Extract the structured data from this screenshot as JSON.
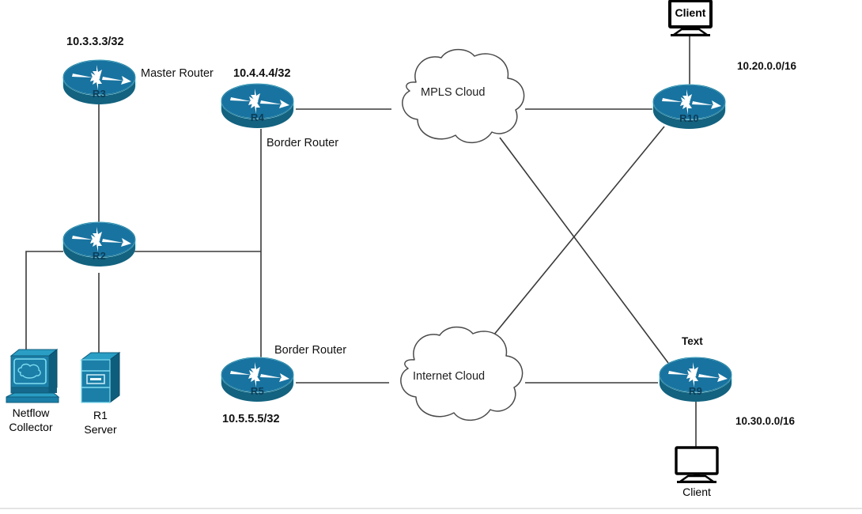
{
  "diagram": {
    "title": "Network Topology Diagram",
    "colors": {
      "router_body": "#1873a0",
      "router_top": "#1d86b8",
      "router_dark": "#13627f",
      "arrow": "#ffffff",
      "glow": "#7fdcf0",
      "line": "#3a3a3a",
      "cloud_stroke": "#4a4a4a",
      "device_blue": "#1b7fa8",
      "device_dark": "#0f5d7d",
      "monitor_black": "#000000",
      "text": "#111111"
    }
  },
  "routers": [
    {
      "id": "r3",
      "name": "R3",
      "ip": "10.3.3.3/32",
      "role": "Master Router"
    },
    {
      "id": "r4",
      "name": "R4",
      "ip": "10.4.4.4/32",
      "role": "Border Router"
    },
    {
      "id": "r2",
      "name": "R2",
      "ip": "",
      "role": ""
    },
    {
      "id": "r5",
      "name": "R5",
      "ip": "10.5.5.5/32",
      "role": "Border Router"
    },
    {
      "id": "r10",
      "name": "R10",
      "ip": "",
      "role": ""
    },
    {
      "id": "r9",
      "name": "R9",
      "ip": "",
      "role": "Text"
    }
  ],
  "clouds": [
    {
      "id": "mpls",
      "label": "MPLS Cloud"
    },
    {
      "id": "internet",
      "label": "Internet Cloud"
    }
  ],
  "endpoints": [
    {
      "id": "client-top",
      "label": "Client",
      "icon": "monitor-icon",
      "label_inside": true
    },
    {
      "id": "client-bottom",
      "label": "Client",
      "icon": "monitor-icon",
      "label_inside": false
    },
    {
      "id": "netflow",
      "label": "Netflow\nCollector",
      "icon": "workstation-icon"
    },
    {
      "id": "r1server",
      "label": "R1\nServer",
      "icon": "server-icon"
    }
  ],
  "labels": {
    "ip_r3": "10.3.3.3/32",
    "ip_r4": "10.4.4.4/32",
    "ip_r5": "10.5.5.5/32",
    "role_r3": "Master Router",
    "role_r4": "Border Router",
    "role_r5": "Border Router",
    "text_r9": "Text",
    "subnet_top": "10.20.0.0/16",
    "subnet_bottom": "10.30.0.0/16",
    "cloud_mpls": "MPLS Cloud",
    "cloud_internet": "Internet Cloud",
    "name_r3": "R3",
    "name_r4": "R4",
    "name_r2": "R2",
    "name_r5": "R5",
    "name_r10": "R10",
    "name_r9": "R9",
    "client_top": "Client",
    "client_bottom": "Client",
    "netflow": "Netflow\nCollector",
    "r1server": "R1\nServer"
  }
}
